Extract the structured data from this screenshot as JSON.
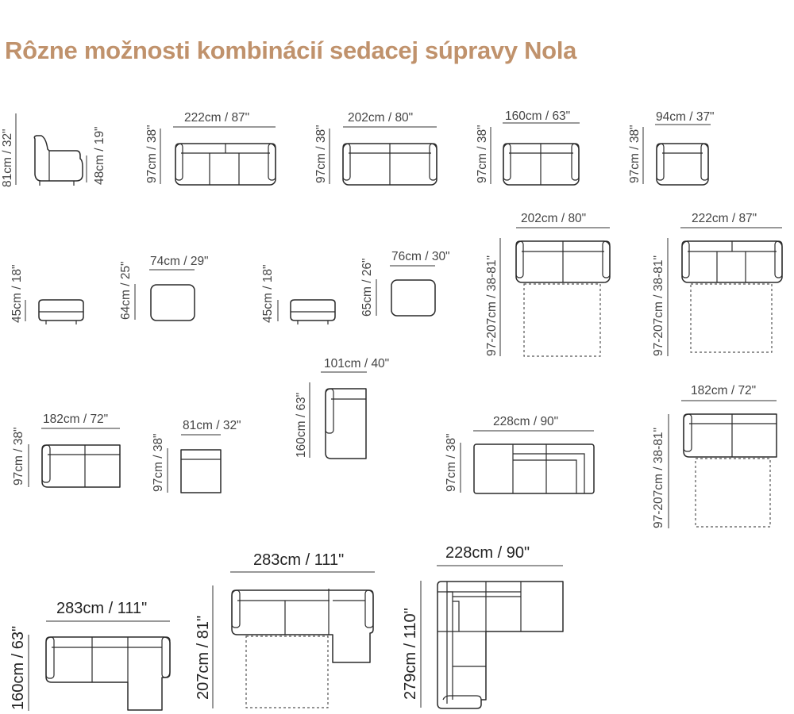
{
  "title": "Rôzne možnosti kombinácií sedacej súpravy Nola",
  "colors": {
    "title": "#c0926c",
    "line": "#2a2a2a",
    "text": "#444444"
  },
  "items": [
    {
      "name": "armchair-side",
      "width": "",
      "height": "81cm / 32\"",
      "seat_height": "48cm / 19\""
    },
    {
      "name": "sofa-3-seat-222",
      "width": "222cm / 87\"",
      "height": "97cm / 38\""
    },
    {
      "name": "sofa-2-seat-202",
      "width": "202cm / 80\"",
      "height": "97cm / 38\""
    },
    {
      "name": "sofa-2-seat-160",
      "width": "160cm / 63\"",
      "height": "97cm / 38\""
    },
    {
      "name": "armchair-94",
      "width": "94cm / 37\"",
      "height": "97cm / 38\""
    },
    {
      "name": "footstool-small-side",
      "height": "45cm / 18\""
    },
    {
      "name": "footstool-small-top",
      "width": "74cm / 29\"",
      "height": "64cm / 25\""
    },
    {
      "name": "footstool-large-side",
      "height": "45cm / 18\""
    },
    {
      "name": "footstool-large-top",
      "width": "76cm / 30\"",
      "height": "65cm / 26\""
    },
    {
      "name": "sofa-bed-202",
      "width": "202cm / 80\"",
      "height": "97-207cm / 38-81\""
    },
    {
      "name": "sofa-bed-222",
      "width": "222cm / 87\"",
      "height": "97-207cm / 38-81\""
    },
    {
      "name": "module-left-arm-182",
      "width": "182cm / 72\"",
      "height": "97cm / 38\""
    },
    {
      "name": "module-armless-81",
      "width": "81cm / 32\"",
      "height": "97cm / 38\""
    },
    {
      "name": "chaise-101",
      "width": "101cm / 40\"",
      "height": "160cm / 63\""
    },
    {
      "name": "corner-module-228",
      "width": "228cm / 90\"",
      "height": "97cm / 38\""
    },
    {
      "name": "module-bed-182",
      "width": "182cm / 72\"",
      "height": "97-207cm / 38-81\""
    },
    {
      "name": "corner-chaise-283",
      "width": "283cm / 111\"",
      "height": "160cm / 63\""
    },
    {
      "name": "corner-bed-chaise-283",
      "width": "283cm / 111\"",
      "height": "207cm / 81\""
    },
    {
      "name": "corner-l-228",
      "width": "228cm / 90\"",
      "height": "279cm / 110\""
    }
  ]
}
